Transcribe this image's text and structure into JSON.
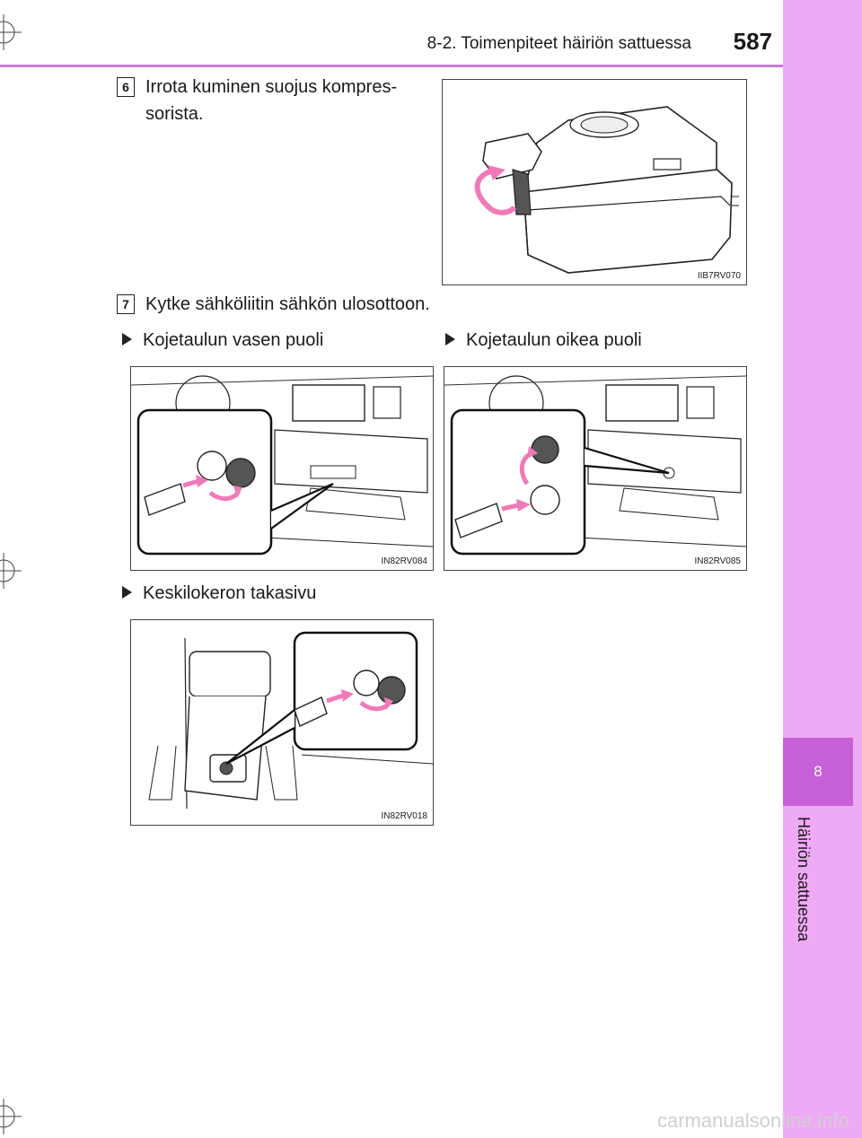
{
  "header": {
    "section_title": "8-2. Toimenpiteet häiriön sattuessa",
    "page_number": "587"
  },
  "side_tab": {
    "chapter_number": "8",
    "chapter_label": "Häiriön sattuessa"
  },
  "steps": [
    {
      "number": "6",
      "text": "Irrota kuminen suojus kompres-sorista."
    },
    {
      "number": "7",
      "text": "Kytke sähköliitin sähkön ulosottoon."
    }
  ],
  "figures": {
    "compressor": {
      "code": "IIB7RV070"
    },
    "left_side": {
      "label": "Kojetaulun vasen puoli",
      "code": "IN82RV084"
    },
    "right_side": {
      "label": "Kojetaulun oikea puoli",
      "code": "IN82RV085"
    },
    "console_rear": {
      "label": "Keskilokeron takasivu",
      "code": "IN82RV018"
    }
  },
  "colors": {
    "side_tab": "#efaaf6",
    "side_tab_active": "#c560d6",
    "header_line": "#c77ad6",
    "arrow": "#f07ab8"
  },
  "watermark": "carmanualsonline.info"
}
